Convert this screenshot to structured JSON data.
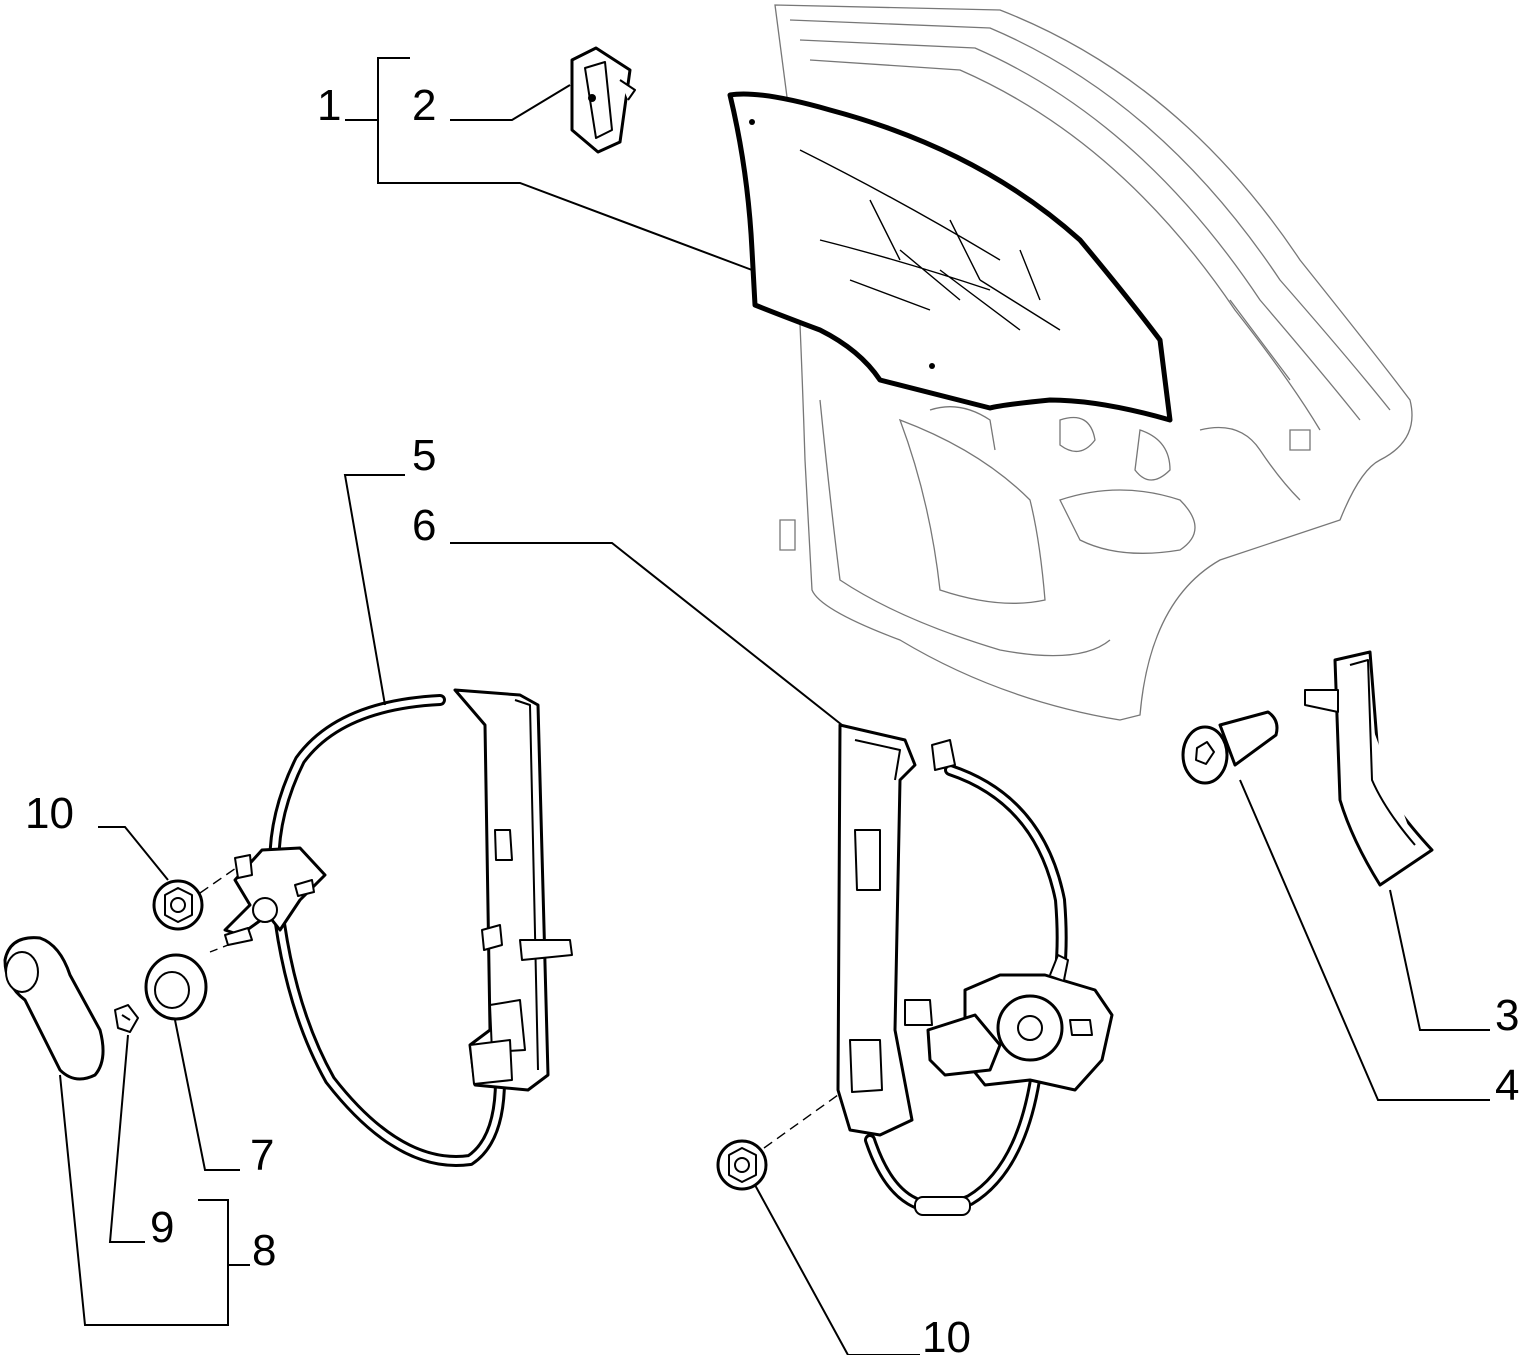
{
  "callouts": {
    "c1": "1",
    "c2": "2",
    "c3": "3",
    "c4": "4",
    "c5": "5",
    "c6": "6",
    "c7": "7",
    "c8": "8",
    "c9": "9",
    "c10_left": "10",
    "c10_bottom": "10"
  },
  "colors": {
    "line": "#000000",
    "door_outline": "#777777",
    "background": "#ffffff"
  }
}
